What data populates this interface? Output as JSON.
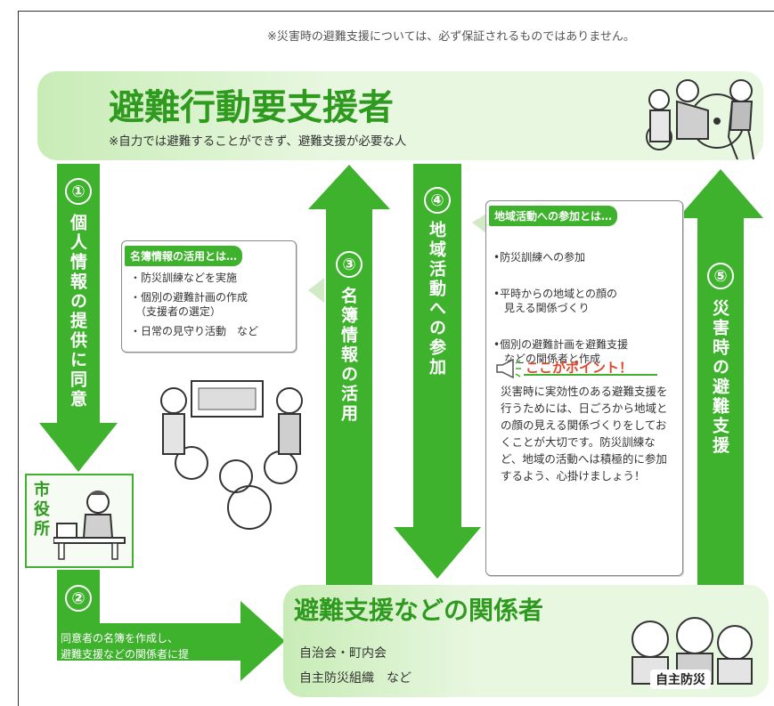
{
  "disclaimer": "※災害時の避難支援については、必ず保証されるものではありません。",
  "top_band": {
    "title": "避難行動要支援者",
    "subtitle": "※自力では避難することができず、避難支援が必要な人"
  },
  "bottom_band": {
    "title": "避難支援などの関係者",
    "members": [
      "自治会・町内会",
      "自主防災組織　など"
    ],
    "badge": "自主防災"
  },
  "city_office": {
    "label_chars": [
      "市",
      "役",
      "所"
    ]
  },
  "steps": [
    {
      "number": "①",
      "label": "個人情報の提供に同意"
    },
    {
      "number": "②",
      "label_lines": [
        "同意者の名簿を作成し、",
        "避難支援などの関係者に提"
      ]
    },
    {
      "number": "③",
      "label": "名簿情報の活用"
    },
    {
      "number": "④",
      "label": "地域活動への参加"
    },
    {
      "number": "⑤",
      "label": "災害時の避難支援"
    }
  ],
  "meibo_box": {
    "heading": "名簿情報の活用とは…",
    "items": [
      "・防災訓練などを実施",
      "・個別の避難計画の作成",
      "（支援者の選定）",
      "・日常の見守り活動　など"
    ]
  },
  "chiiki_box": {
    "heading": "地域活動への参加とは…",
    "items": [
      "•防災訓練への参加",
      "•平時からの地域との顔の\n　見える関係づくり",
      "•個別の避難計画を避難支援\n　などの関係者と作成"
    ],
    "point_title": "ここがポイント！",
    "point_text": "災害時に実効性のある避難支援を行うためには、日ごろから地域との顔の見える関係づくりをしておくことが大切です。防災訓練など、地域の活動へは積極的に参加するよう、心掛けましょう！"
  },
  "colors": {
    "arrow": "#3eb22c",
    "title": "#2e9a1e",
    "band_light": "#e8f7e0"
  }
}
